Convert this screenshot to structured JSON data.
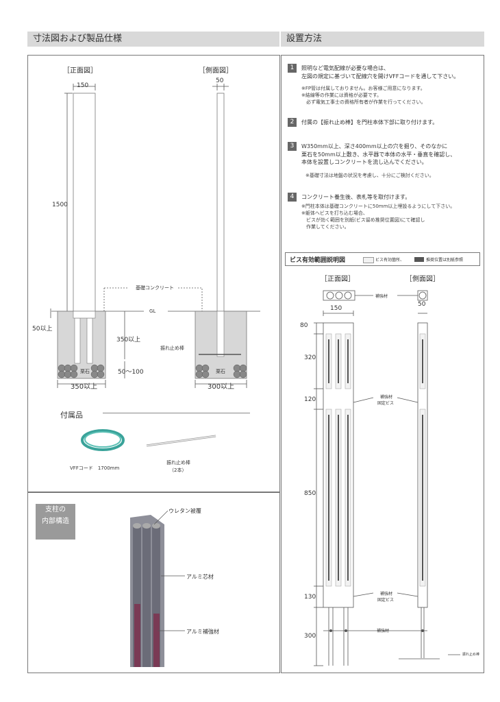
{
  "left_header": "寸法図および製品仕様",
  "right_header": "設置方法",
  "diagram": {
    "front_label": "［正面図］",
    "side_label": "［側面図］",
    "dim_150": "150",
    "dim_50": "50",
    "dim_1500": "1500",
    "concrete_label": "基礎コンクリート",
    "gl_label": "GL",
    "dim_50_above": "50以上",
    "dim_350_above": "350以上",
    "stop_bar_label": "振れ止め棒",
    "dim_50_100": "50〜100",
    "gravel_label": "栗石",
    "dim_350_width": "350以上",
    "dim_300_width": "300以上"
  },
  "accessories": {
    "title": "付属品",
    "cord_label": "VFFコード　1700mm",
    "bar_label": "振れ止め棒",
    "bar_qty": "（2本）"
  },
  "structure": {
    "badge_line1": "支柱の",
    "badge_line2": "内部構造",
    "urethane": "ウレタン被覆",
    "alu_core": "アルミ芯材",
    "alu_reinforce": "アルミ補強材"
  },
  "steps": [
    {
      "num": "1",
      "text": "照明など電気配線が必要な場合は、\n左図の規定に基づいて配線穴を開けVFFコードを通して下さい。",
      "note": "※FP管は付属しておりません。お客様ご用意になります。\n※結線等の作業には資格が必要です。\n　必ず電気工事士の資格所有者が作業を行ってください。"
    },
    {
      "num": "2",
      "text": "付属の【振れ止め棒】を門柱本体下部に取り付けます。",
      "note": ""
    },
    {
      "num": "3",
      "text": "W350mm以上、深さ400mm以上の穴を掘り、そのなかに\n栗石を50mm以上敷き、水平器で本体の水平・垂直を確認し、\n本体を設置しコンクリートを流し込んでください。",
      "note": "※基礎寸法は地盤の状況を考慮し、十分にご検討ください。"
    },
    {
      "num": "4",
      "text": "コンクリート養生後、表札等を取付けます。",
      "note": "※門柱本体は基礎コンクリートに50mm以上埋設るようにして下さい。\n※躯体へビスを打ち込む場合、\n　ビスが効く範囲を別紙(ビス留め推奨位置図)にて確認し\n　作業してください。"
    }
  ],
  "screw_range": {
    "title": "ビス有効範囲説明図",
    "legend_valid": "ビス有効箇所、",
    "legend_recommended": "推奨位置は別紙参照",
    "front_label": "［正面図］",
    "side_label": "［側面図］",
    "reinforce": "補強材",
    "dim_150": "150",
    "dim_50": "50",
    "dims": [
      "80",
      "320",
      "120",
      "850",
      "130",
      "300"
    ],
    "fix_screw_line1": "補強材",
    "fix_screw_line2": "固定ビス",
    "stop_bar": "振れ止め棒"
  }
}
